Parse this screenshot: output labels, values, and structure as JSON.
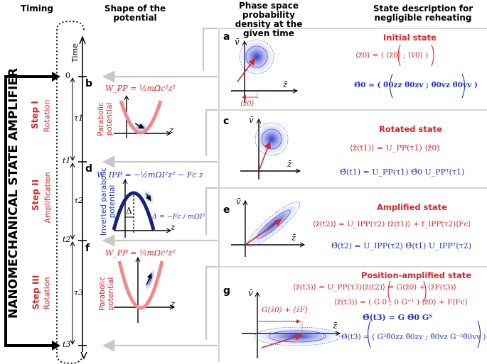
{
  "headers": {
    "timing": "Timing",
    "shape": "Shape of the potential",
    "phase": "Phase space probability density at the given time",
    "state": "State description for negligible reheating"
  },
  "amplifier_label": "NANOMECHANICAL STATE AMPLIFIER",
  "time_axis": {
    "label": "Time",
    "ticks": [
      "0",
      "t1",
      "t2",
      "t3"
    ],
    "durations": [
      "τ1",
      "τ2",
      "τ3"
    ]
  },
  "steps": [
    {
      "title": "Step I",
      "name": "Rotation"
    },
    {
      "title": "Step II",
      "name": "Amplification"
    },
    {
      "title": "Step III",
      "name": "Rotation"
    }
  ],
  "potential_panels": [
    {
      "letter": "b",
      "formula": "W_PP = ½mΩc²z²",
      "side_label": "Parabolic potential",
      "axis": "z"
    },
    {
      "letter": "d",
      "formula": "W_IPP = −½mΩI²z² − Fc z",
      "side_label": "Inverted parabolic potential",
      "axis": "z",
      "delta": "Δ",
      "delta_formula": "Δ = −Fc / mΩI²"
    },
    {
      "letter": "f",
      "formula": "W_PP = ½mΩc²z²",
      "side_label": "Parabolic potential",
      "axis": "z"
    }
  ],
  "phase_panels": [
    {
      "letter": "a",
      "y_axis": "v̄",
      "x_axis": "z̄",
      "annotation": "⟨z̄0⟩"
    },
    {
      "letter": "c",
      "y_axis": "v̄",
      "x_axis": "z̄"
    },
    {
      "letter": "e",
      "y_axis": "v̄",
      "x_axis": "z̄"
    },
    {
      "letter": "g",
      "y_axis": "v̄",
      "x_axis": "z̄",
      "annotation": "G⟨z̄0⟩ + ⟨z̄F⟩"
    }
  ],
  "states": [
    {
      "title": "Initial state",
      "eq1": "⟨z̄0⟩ = ( ⟨z̄0⟩ ; ⟨v̄0⟩ )",
      "eq2": "Θ̄0 = ( θ̄0zz  θ̄0zv ; θ̄0vz  θ̄0vv )"
    },
    {
      "title": "Rotated state",
      "eq1": "⟨z̄(t1)⟩ = U_PP(τ1) ⟨z̄0⟩",
      "eq2": "Θ̄(t1) = U_PP(τ1) Θ̄0 U_PPᵀ(τ1)"
    },
    {
      "title": "Amplified state",
      "eq1": "⟨z̄(t2)⟩ = U_IPP(τ2) ⟨z̄(t1)⟩ + f_IPP(τ2)⟨Fc⟩",
      "eq2": "Θ̄(t2) = U_IPP(τ2) Θ̄(t1) U_IPPᵀ(τ2)"
    },
    {
      "title": "Position-amplified state",
      "eq1": "⟨z̄(t3)⟩ = U_PP(τ3)⟨z̄(t2)⟩ = G⟨z̄0⟩ + ⟨z̄F(t3)⟩",
      "eq2": "⟨z̄(t3)⟩ = ( G 0 ; 0 G⁻¹ ) ⟨z̄0⟩ + F⟨Fc⟩",
      "eq3": "Θ̄(t3) = G Θ̄0 Gᵀ",
      "eq4": "Θ̄(t3) = ( G²θ̄0zz  θ̄0zv ; θ̄0vz  G⁻²θ̄0vv )"
    }
  ],
  "colors": {
    "red": "#d7262c",
    "blue": "#2233c6",
    "navy": "#13237a",
    "pink": "#f28a8a",
    "grey": "#c8c8c8"
  }
}
